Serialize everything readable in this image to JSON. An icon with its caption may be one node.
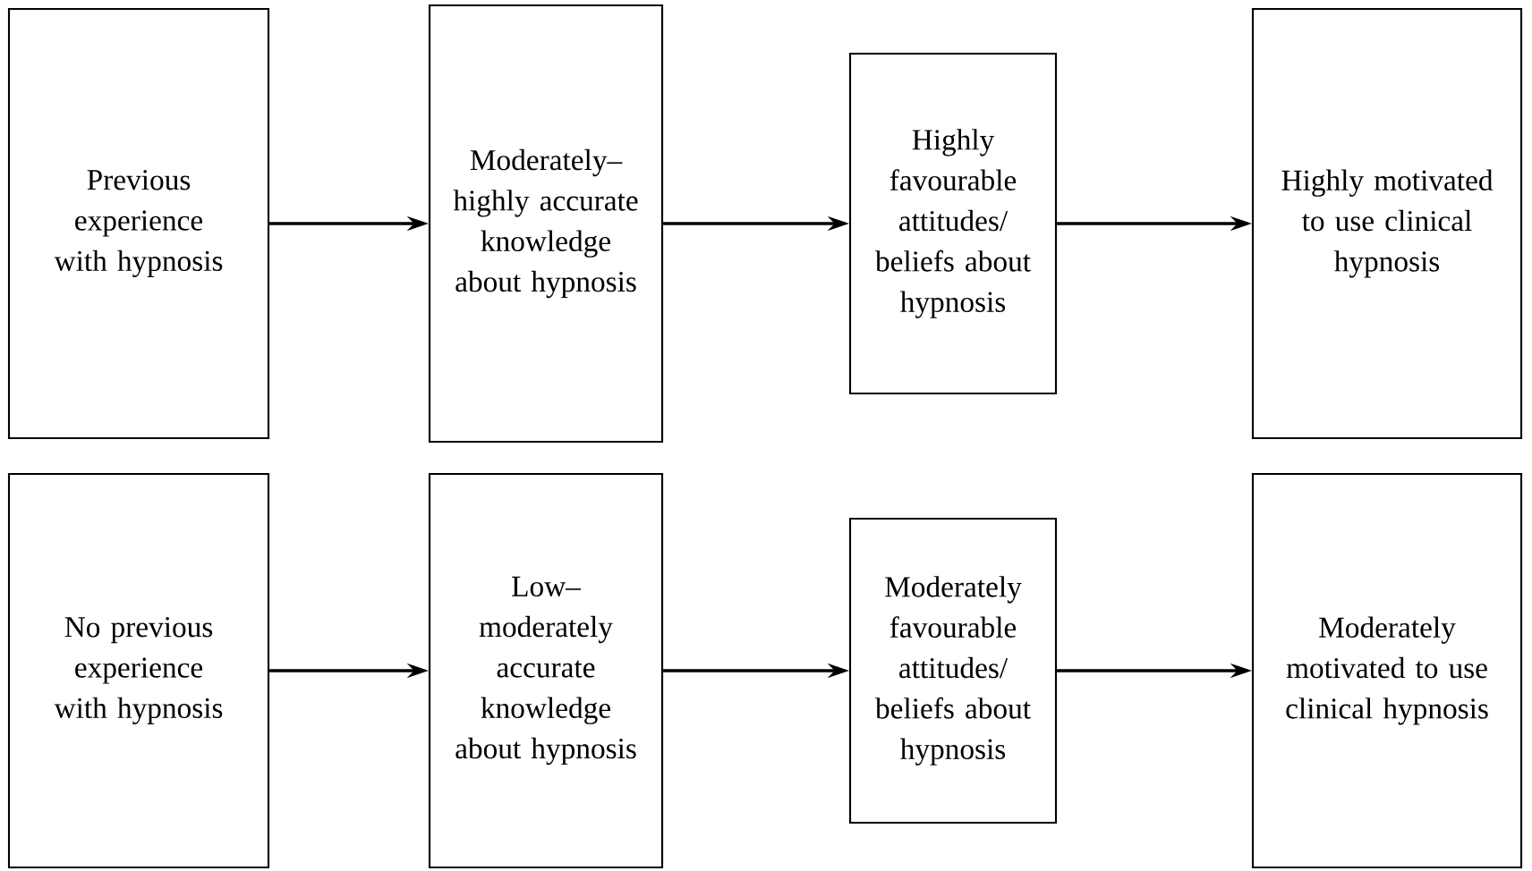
{
  "diagram": {
    "nodes": [
      {
        "text": [
          "Previous experience with hypnosis"
        ]
      },
      {
        "text": [
          "Moderately–highly accurate knowledge about hypnosis"
        ]
      },
      {
        "text": [
          "Highly favourable attitudes/ beliefs about hypnosis"
        ]
      },
      {
        "text": [
          "Highly motivated to use clinical hypnosis"
        ]
      },
      {
        "text": [
          "No previous experience with hypnosis"
        ]
      },
      {
        "text": [
          "Low– moderately accurate knowledge about hypnosis"
        ]
      },
      {
        "text": [
          "Moderately favourable attitudes/ beliefs about hypnosis"
        ]
      },
      {
        "text": [
          "Moderately motivated to use clinical hypnosis"
        ]
      }
    ],
    "edges": [
      {
        "from": 0,
        "to": 1,
        "arrow": "to"
      },
      {
        "from": 1,
        "to": 2,
        "arrow": "to"
      },
      {
        "from": 2,
        "to": 3,
        "arrow": "to"
      },
      {
        "from": 4,
        "to": 5,
        "arrow": "to"
      },
      {
        "from": 5,
        "to": 6,
        "arrow": "to"
      },
      {
        "from": 6,
        "to": 7,
        "arrow": "to"
      }
    ]
  }
}
